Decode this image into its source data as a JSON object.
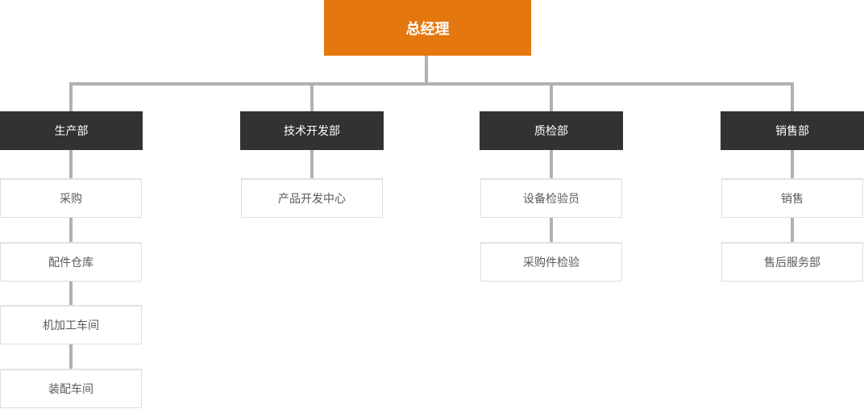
{
  "org": {
    "root": {
      "label": "总经理"
    },
    "departments": [
      {
        "label": "生产部",
        "children": [
          "采购",
          "配件仓库",
          "机加工车间",
          "装配车间"
        ]
      },
      {
        "label": "技术开发部",
        "children": [
          "产品开发中心"
        ]
      },
      {
        "label": "质检部",
        "children": [
          "设备检验员",
          "采购件检验"
        ]
      },
      {
        "label": "销售部",
        "children": [
          "销售",
          "售后服务部"
        ]
      }
    ],
    "colors": {
      "root_bg": "#e5770f",
      "dept_bg": "#323232",
      "connector": "#b1b1b1",
      "child_border": "#dedede",
      "child_text": "#595959",
      "node_text_light": "#ffffff"
    }
  }
}
